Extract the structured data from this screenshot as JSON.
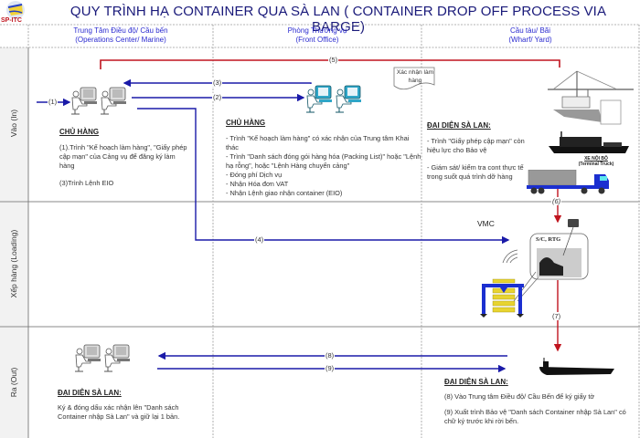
{
  "title": "QUY TRÌNH HẠ CONTAINER QUA SÀ LAN ( CONTAINER DROP OFF PROCESS VIA BARGE)",
  "logo": {
    "text": "SP-ITC",
    "icon": "company-logo-icon"
  },
  "columns": [
    {
      "line1": "Trung Tâm Điều độ/ Cầu bến",
      "line2": "(Operations Center/ Marine)"
    },
    {
      "line1": "Phòng Thương vụ",
      "line2": "(Front Office)"
    },
    {
      "line1": "Cầu tàu/ Bãi",
      "line2": "(Wharf/ Yard)"
    }
  ],
  "lanes": [
    {
      "label": "Vào (In)"
    },
    {
      "label": "Xếp hàng (Loading)"
    },
    {
      "label": "Ra (Out)"
    }
  ],
  "steps": {
    "s1": "(1)",
    "s2": "(2)",
    "s3": "(3)",
    "s4": "(4)",
    "s5": "(5)",
    "s6": "(6)",
    "s7": "(7)",
    "s8": "(8)",
    "s9": "(9)"
  },
  "notes": {
    "ops_in": {
      "title": "CHỦ HÀNG",
      "lines": [
        "(1).Trình \"Kế hoạch làm hàng\", \"Giấy phép cập mạn\" của Cảng vụ để đăng ký làm hàng",
        "(3)Trình Lệnh EIO"
      ]
    },
    "front_in": {
      "title": "CHỦ HÀNG",
      "lines": [
        "- Trình \"Kế hoạch làm hàng\" có xác nhận của Trung tâm Khai thác",
        "- Trình \"Danh sách đóng gói hàng hóa (Packing List)\" hoặc \"Lệnh hạ rỗng\", hoặc \"Lệnh Hàng chuyển cảng\"",
        "- Đóng phí Dịch vụ",
        "- Nhận Hóa đơn VAT",
        "- Nhận Lệnh giao nhận container (EIO)"
      ]
    },
    "wharf_in": {
      "title": "ĐẠI DIỆN SÀ LAN:",
      "lines": [
        "- Trình \"Giấy phép cập mạn\" còn hiệu lực cho Bảo vệ",
        "- Giám sát/ kiểm tra cont thực tế trong suốt quá trình dỡ hàng"
      ]
    },
    "ops_out": {
      "title": "ĐẠI DIỆN SÀ LAN:",
      "lines": [
        "Ký & đóng dấu xác nhận lên \"Danh sách Container nhập Sà Lan\" và giữ lại 1 bản."
      ]
    },
    "wharf_out": {
      "title": "ĐẠI DIỆN SÀ LAN:",
      "lines": [
        "(8) Vào Trung tâm Điều độ/ Cầu Bến để ký giấy tờ",
        "(9) Xuất trình Bảo vệ \"Danh sách Container nhập Sà Lan\" có chữ ký trước khi rời bến."
      ]
    }
  },
  "document_shape": "Xác nhận làm hàng",
  "truck_label": {
    "line1": "XE NỘI BỘ",
    "line2": "(Terminal Truck)"
  },
  "vmc_label": "VMC",
  "callout_label": "S/C, RTG",
  "colors": {
    "flow_blue": "#1a1aa8",
    "flow_red": "#c0141e",
    "header_text": "#2b2bd0",
    "title_text": "#1a1a7a",
    "crane_blue": "#1b2fd0",
    "container_yellow": "#e8d430"
  }
}
